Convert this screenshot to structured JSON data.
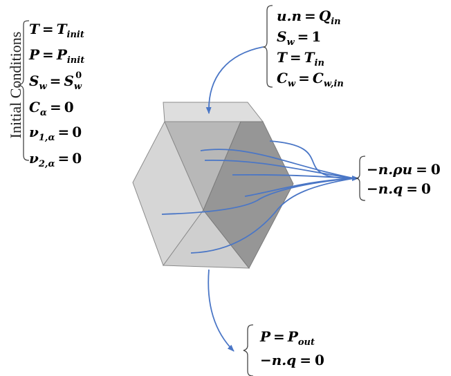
{
  "initial_conditions": {
    "title": "Initial Conditions",
    "equations": [
      {
        "lhs": "T",
        "lhs_sub": "",
        "rhs": "T",
        "rhs_sub": "init",
        "rhs_sup": ""
      },
      {
        "lhs": "P",
        "lhs_sub": "",
        "rhs": "P",
        "rhs_sub": "init",
        "rhs_sup": ""
      },
      {
        "lhs": "S",
        "lhs_sub": "w",
        "rhs": "S",
        "rhs_sub": "w",
        "rhs_sup": "0"
      },
      {
        "lhs": "C",
        "lhs_sub": "α",
        "rhs": "0",
        "rhs_sub": "",
        "rhs_sup": ""
      },
      {
        "lhs": "ν",
        "lhs_sub": "1,α",
        "rhs": "0",
        "rhs_sub": "",
        "rhs_sup": ""
      },
      {
        "lhs": "ν",
        "lhs_sub": "2,α",
        "rhs": "0",
        "rhs_sub": "",
        "rhs_sup": ""
      }
    ]
  },
  "inlet_conditions": {
    "equations": [
      {
        "lhs": "u.n",
        "lhs_sub": "",
        "rhs": "Q",
        "rhs_sub": "in"
      },
      {
        "lhs": "S",
        "lhs_sub": "w",
        "rhs": "1",
        "rhs_sub": ""
      },
      {
        "lhs": "T",
        "lhs_sub": "",
        "rhs": "T",
        "rhs_sub": "in"
      },
      {
        "lhs": "C",
        "lhs_sub": "w",
        "rhs": "C",
        "rhs_sub": "w,in"
      }
    ]
  },
  "side_conditions": {
    "equations": [
      {
        "lhs": "−n.ρu",
        "rhs": "0"
      },
      {
        "lhs": "−n.q",
        "rhs": "0"
      }
    ]
  },
  "outlet_conditions": {
    "equations": [
      {
        "lhs": "P",
        "lhs_sub": "",
        "rhs": "P",
        "rhs_sub": "out"
      },
      {
        "lhs": "−n.q",
        "lhs_sub": "",
        "rhs": "0",
        "rhs_sub": ""
      }
    ]
  },
  "colors": {
    "arrow": "#4a76c6",
    "face_light": "#d4d4d4",
    "face_mid": "#bdbdbd",
    "face_dark": "#959595",
    "edge": "#8a8a8a"
  }
}
